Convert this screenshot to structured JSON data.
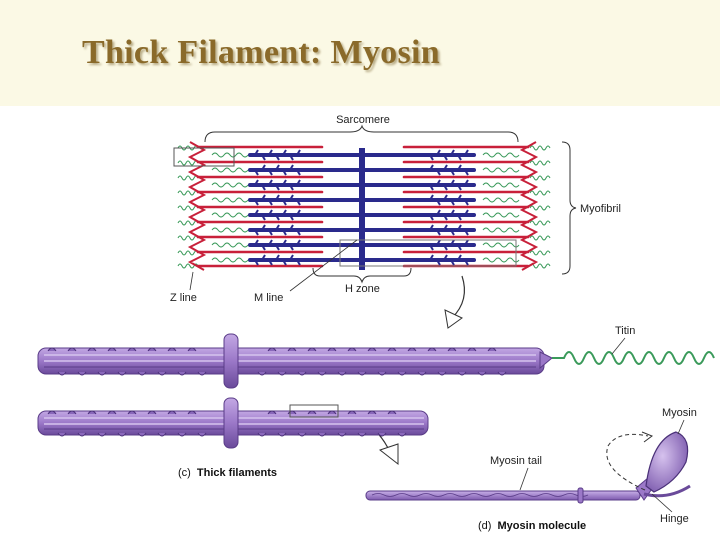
{
  "slide": {
    "title": "Thick Filament: Myosin"
  },
  "diagram": {
    "labels": {
      "sarcomere": "Sarcomere",
      "myofibril": "Myofibril",
      "z_line": "Z line",
      "m_line": "M line",
      "h_zone": "H zone",
      "titin": "Titin",
      "myosin": "Myosin",
      "myosin_tail": "Myosin tail",
      "hinge": "Hinge"
    },
    "captions": {
      "c_letter": "(c)",
      "c_text": "Thick filaments",
      "d_letter": "(d)",
      "d_text": "Myosin molecule"
    },
    "colors": {
      "actin": "#c8203a",
      "myosin": "#2a2a8c",
      "titin": "#3a9a5a",
      "filament": "#9b78c8",
      "filament_dark": "#6a4a9a"
    }
  }
}
